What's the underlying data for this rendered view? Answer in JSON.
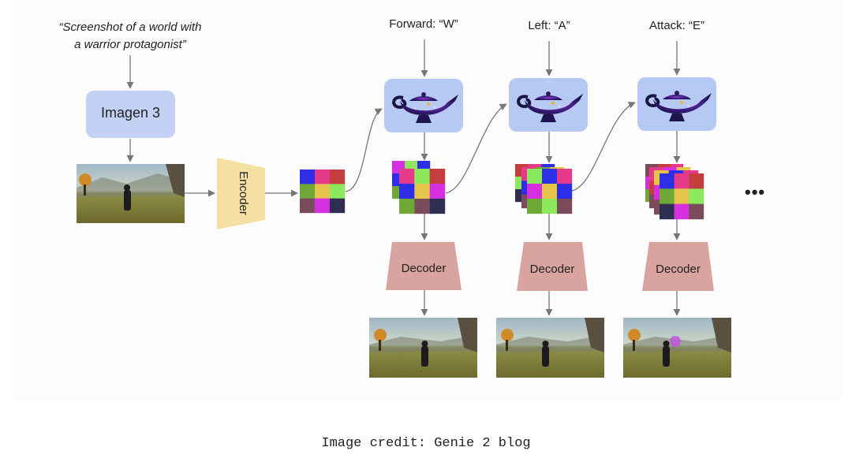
{
  "prompt": {
    "line1": "“Screenshot of a world with",
    "line2": "a warrior protagonist”"
  },
  "imagen_label": "Imagen 3",
  "encoder_label": "Encoder",
  "actions": [
    {
      "label": "Forward: “W”"
    },
    {
      "label": "Left: “A”"
    },
    {
      "label": "Attack: “E”"
    }
  ],
  "decoder_label": "Decoder",
  "ellipsis": "•••",
  "caption": "Image credit: Genie 2 blog",
  "colors": {
    "imagen_box": "#c3d1f5",
    "lamp_box": "#b6c9f3",
    "encoder": "#f5e0a3",
    "decoder": "#d9a3a0",
    "arrow": "#777777",
    "latent": [
      "#2e2ee8",
      "#e5398a",
      "#c43e3e",
      "#70a838",
      "#e6c44c",
      "#8ce85c",
      "#7a4b5a",
      "#d52fe0",
      "#2d2e52"
    ]
  }
}
